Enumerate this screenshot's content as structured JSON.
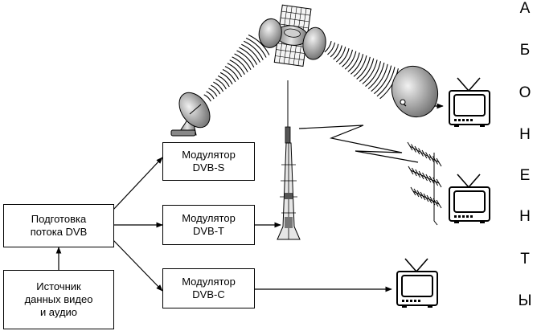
{
  "boxes": {
    "modulator_s": {
      "line1": "Модулятор",
      "line2": "DVB-S"
    },
    "modulator_t": {
      "line1": "Модулятор",
      "line2": "DVB-T"
    },
    "modulator_c": {
      "line1": "Модулятор",
      "line2": "DVB-C"
    },
    "prep": {
      "line1": "Подготовка",
      "line2": "потока DVB"
    },
    "source": {
      "line1": "Источник",
      "line2": "данных видео",
      "line3": "и аудио"
    }
  },
  "subscribers_letters": [
    "А",
    "Б",
    "О",
    "Н",
    "Е",
    "Н",
    "Т",
    "Ы"
  ],
  "icons": [
    "satellite-icon",
    "uplink-dish-icon",
    "receive-dish-icon",
    "tv-tower-icon",
    "yagi-antenna-icon",
    "tv-set-icon",
    "lightning-signal-icon"
  ],
  "colors": {
    "stroke": "#000000",
    "fill_light": "#d8d8d8",
    "fill_dark": "#555555"
  }
}
